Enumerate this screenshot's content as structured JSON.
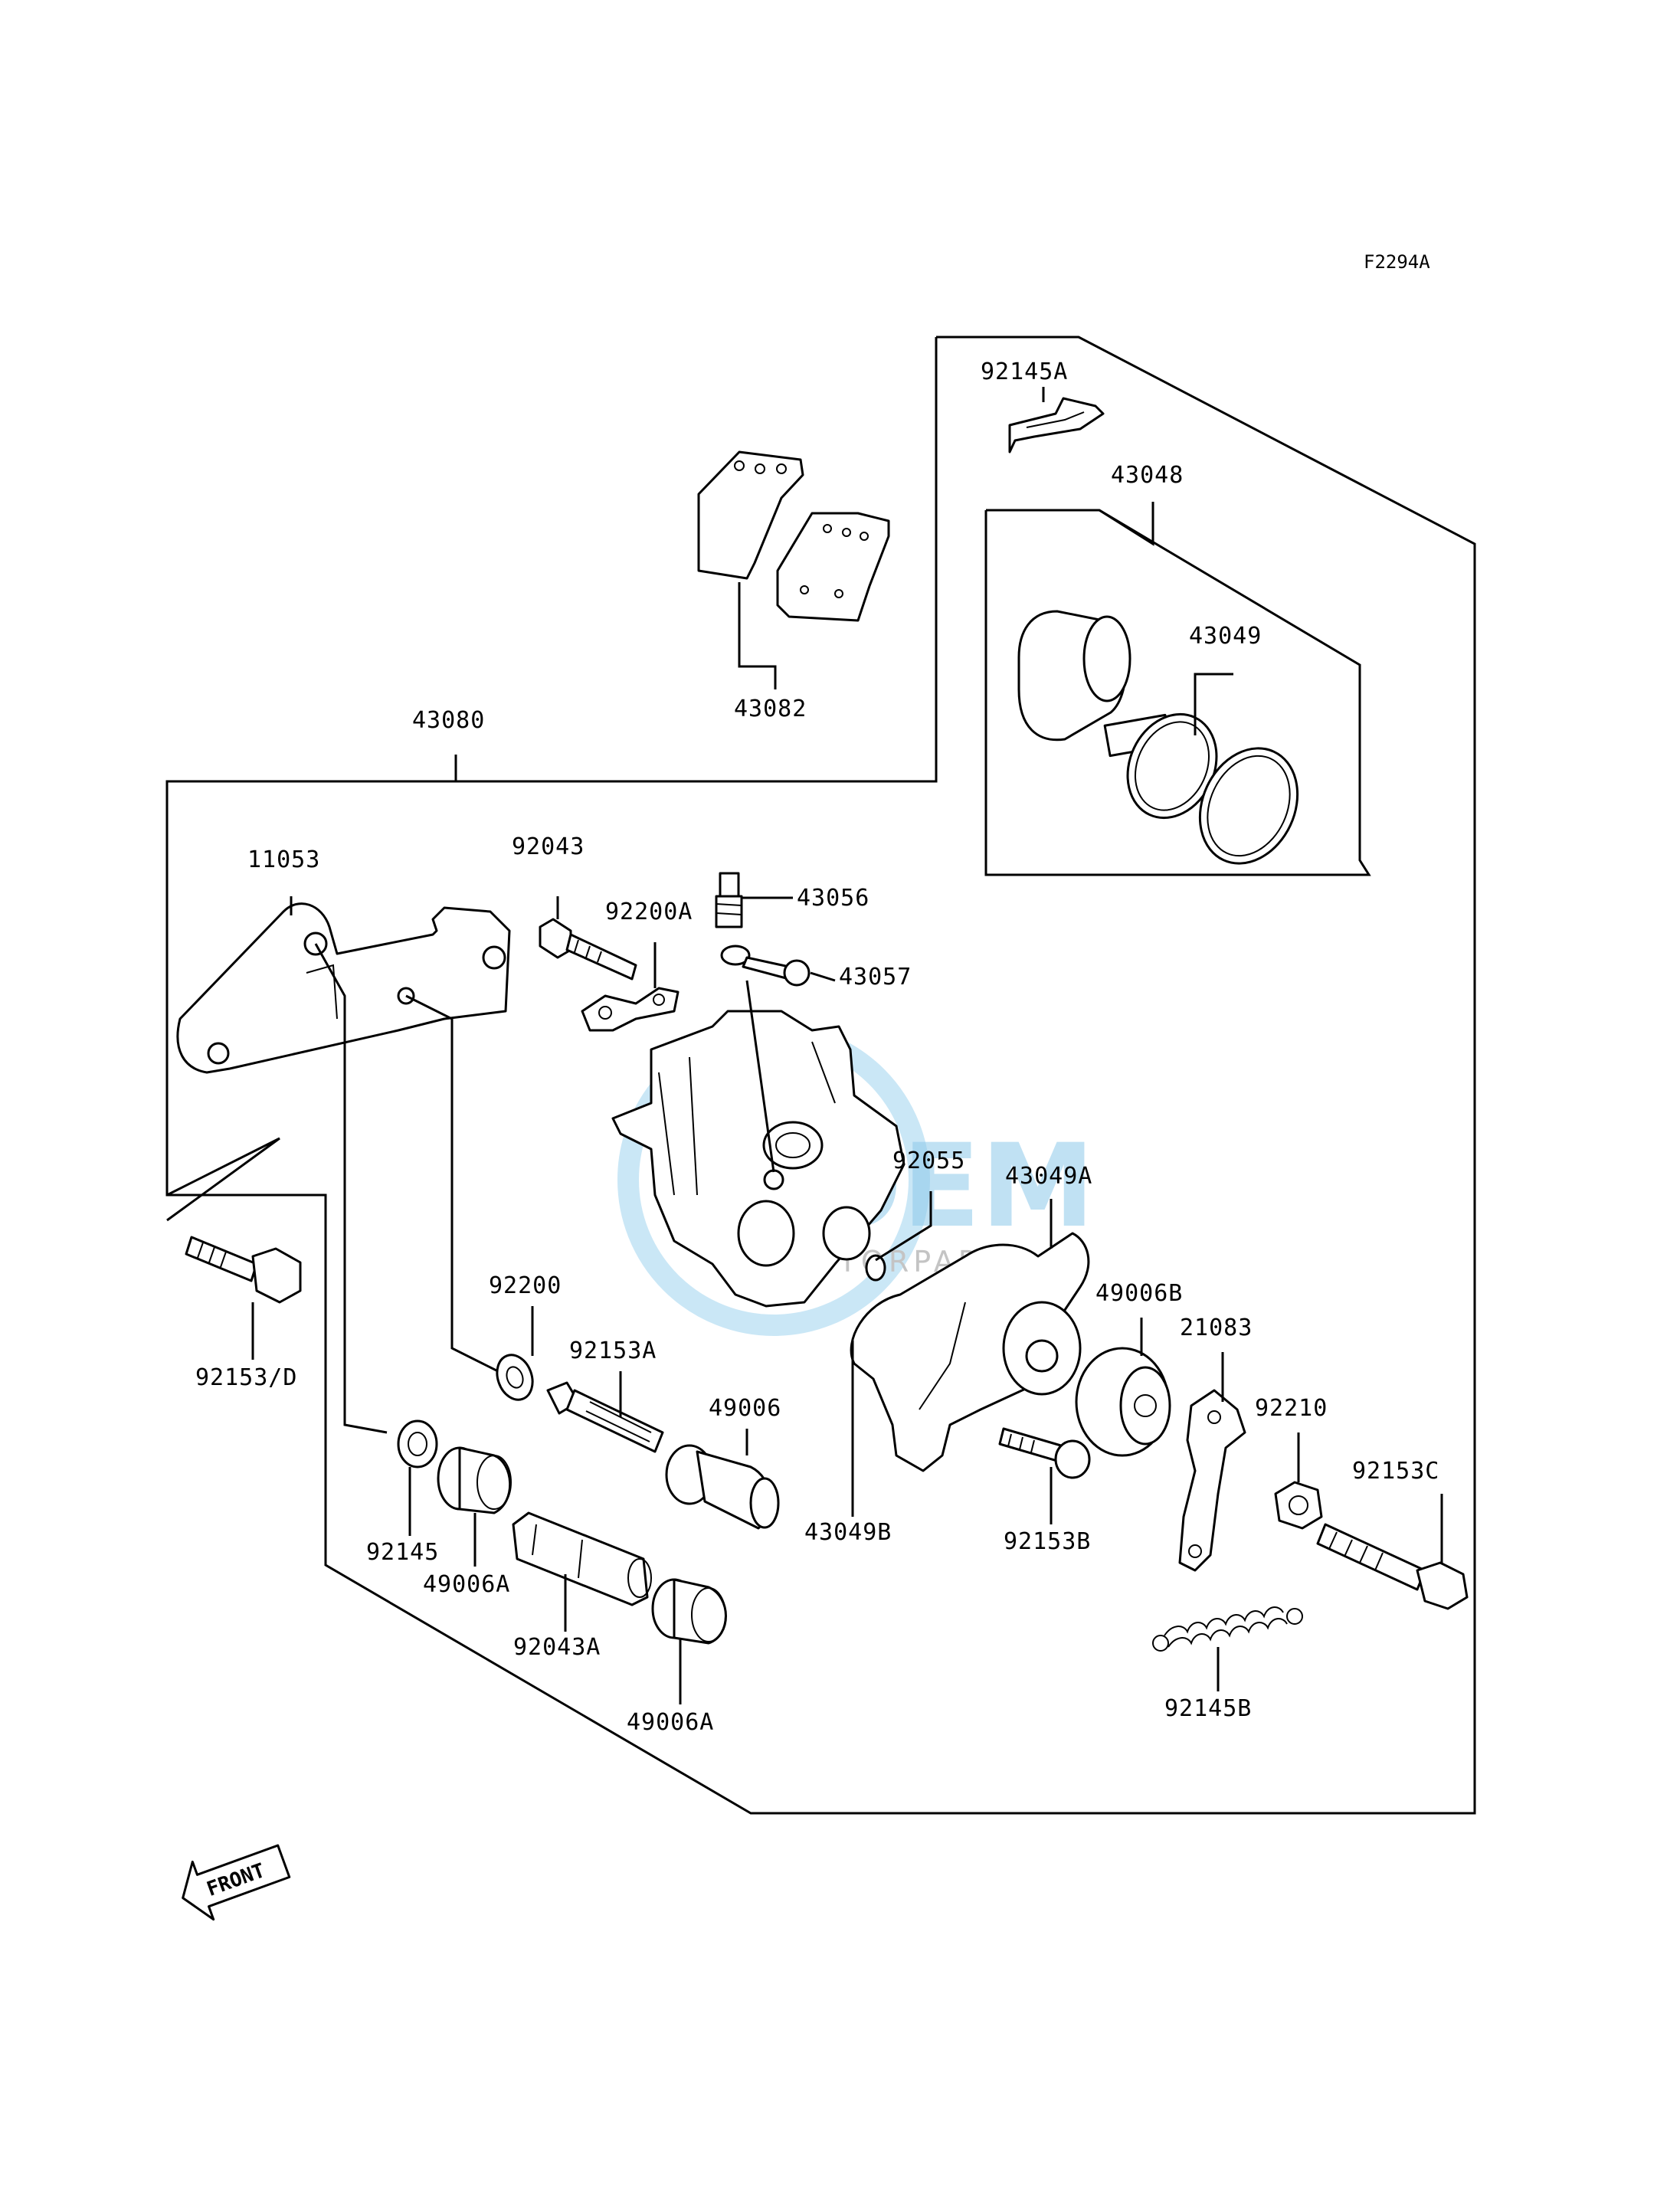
{
  "diagram_code": "F2294A",
  "watermark": {
    "brand": "OEM",
    "sub": "MOTORPARTS"
  },
  "front_arrow_label": "FRONT",
  "labels": {
    "p92145A": "92145A",
    "p43048": "43048",
    "p43049": "43049",
    "p43082": "43082",
    "p43080": "43080",
    "p11053": "11053",
    "p92043": "92043",
    "p92200A": "92200A",
    "p43056": "43056",
    "p43057": "43057",
    "p92055": "92055",
    "p43049A": "43049A",
    "p49006B": "49006B",
    "p21083": "21083",
    "p92210": "92210",
    "p92153C": "92153C",
    "p92153D": "92153/D",
    "p92200": "92200",
    "p92153A": "92153A",
    "p49006": "49006",
    "p43049B": "43049B",
    "p92153B": "92153B",
    "p92145": "92145",
    "p49006A1": "49006A",
    "p92043A": "92043A",
    "p49006A2": "49006A",
    "p92145B": "92145B"
  }
}
